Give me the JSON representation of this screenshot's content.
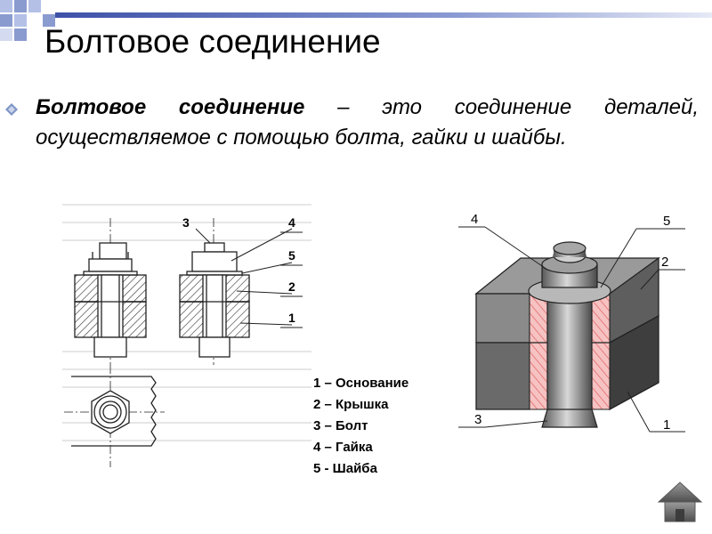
{
  "slide": {
    "title": "Болтовое соединение",
    "definition": {
      "term": "Болтовое соединение",
      "text": " – это соединение деталей, осуществляемое с помощью болта, гайки и шайбы."
    },
    "legend": [
      "1 – Основание",
      "2 – Крышка",
      "3 – Болт",
      "4 – Гайка",
      "5 - Шайба"
    ],
    "drawing_callouts": [
      "3",
      "4",
      "5",
      "2",
      "1"
    ],
    "cutaway_callouts": [
      "4",
      "5",
      "2",
      "3",
      "1"
    ]
  },
  "colors": {
    "corner_squares": "#8a9bd0",
    "title_bar": "#7a8cc8",
    "hatch": "#333333",
    "cutaway_red": "#e87a7a",
    "home_button": "#6f6f6f"
  },
  "icons": {
    "bullet": "diamond-bullet-icon",
    "navigation": "home-icon"
  }
}
